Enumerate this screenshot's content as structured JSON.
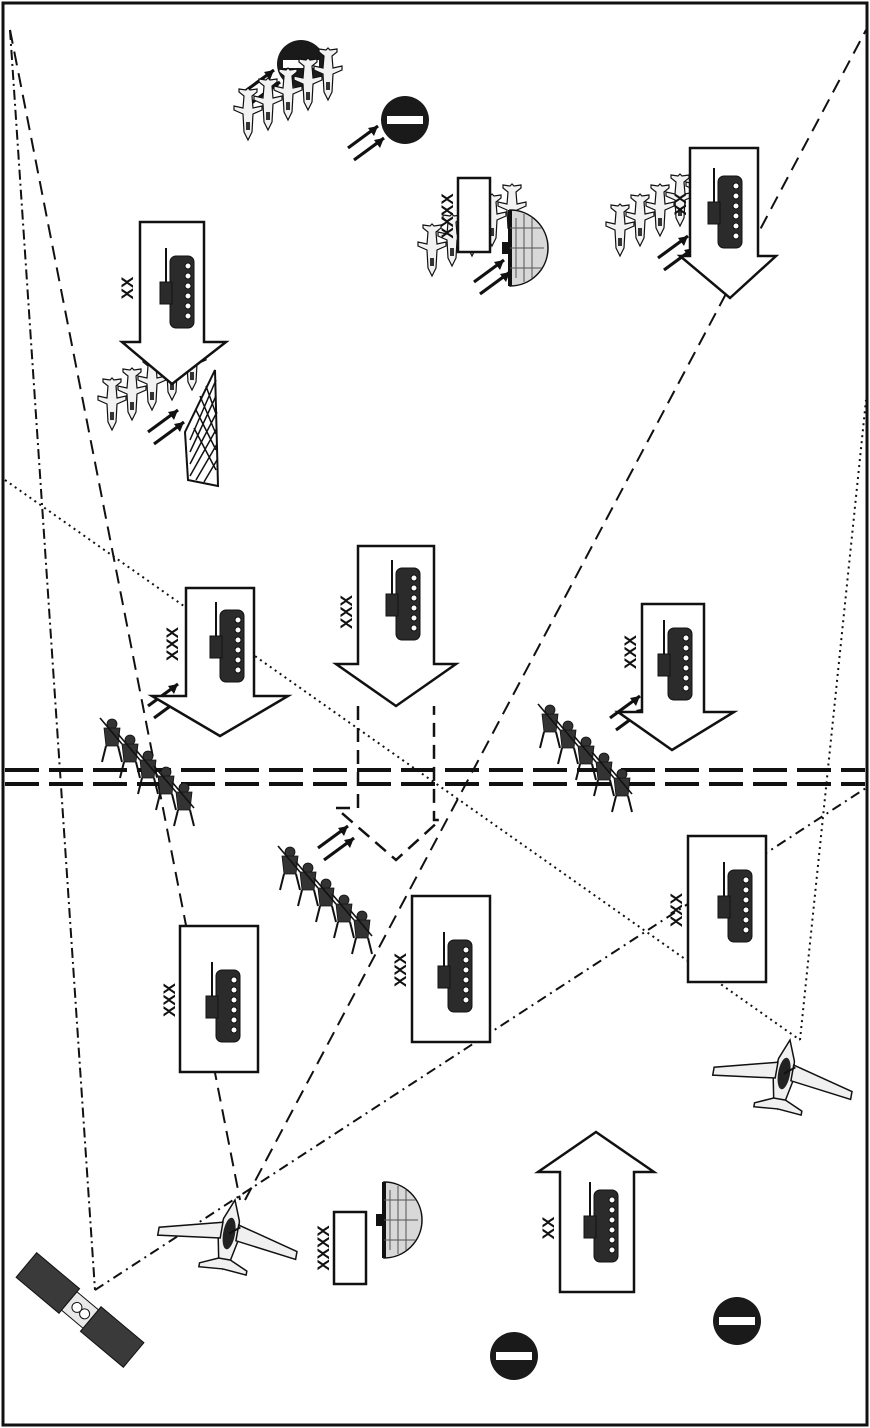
{
  "colors": {
    "ink": "#111111",
    "paper": "#ffffff",
    "radome": "#d8d8d8",
    "no_entry": "#1a1a1a",
    "solar_panel": "#3a3a3a"
  },
  "echelon_labels": {
    "div_top": "XX",
    "div_topright": "XX",
    "div_bottom": "XX",
    "corps_upper_left": "XXX",
    "corps_upper_center": "XXX",
    "corps_upper_right": "XXX",
    "corps_lower_left": "XXX",
    "corps_lower_center": "XXX",
    "corps_lower_right": "XXX",
    "army_upper": "XXXX",
    "army_lower": "XXXX"
  },
  "icons": {
    "satellite": "satellite-icon",
    "awacs": "awacs-aircraft-icon",
    "radar": "radar-dome-icon",
    "jets": "fighter-jet-formation-icon",
    "infantry": "infantry-squad-icon",
    "tank": "tank-icon",
    "ifv": "armored-vehicle-icon",
    "no_entry": "no-entry-icon",
    "jamming": "jamming-grid-icon",
    "fire": "engagement-arrows-icon"
  }
}
